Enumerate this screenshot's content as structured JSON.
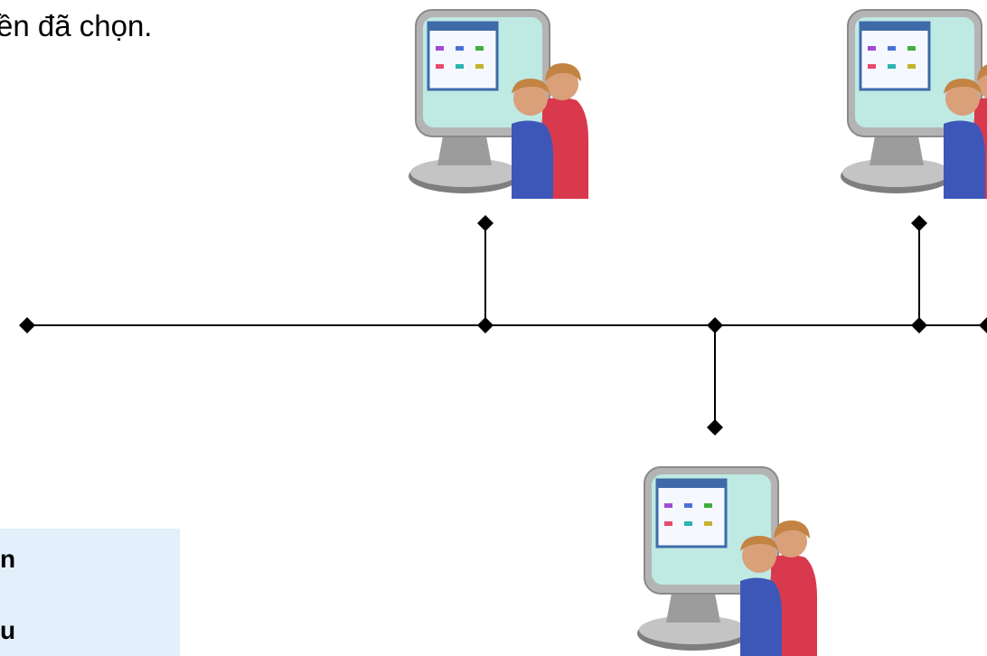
{
  "slide": {
    "top_text": "ền đã chọn.",
    "info_box": {
      "lines": [
        "n",
        "u"
      ]
    }
  },
  "icons": [
    "computer-users-icon",
    "computer-users-icon",
    "computer-users-icon"
  ],
  "colors": {
    "line": "#000000",
    "info_box_bg": "#e3f0fb",
    "monitor_screen": "#bfe9e3",
    "person_blue": "#3d57b8",
    "person_red": "#d9394d"
  }
}
